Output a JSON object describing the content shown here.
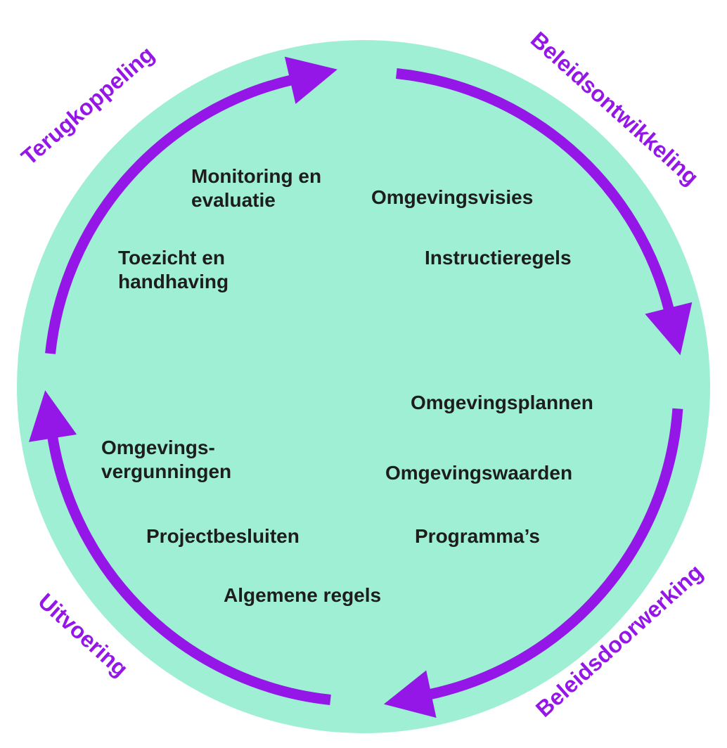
{
  "colors": {
    "circle": "#9FEFD5",
    "arrow": "#9417E8",
    "text": "#1D1D1B"
  },
  "phases": [
    {
      "id": "terugkoppeling",
      "label": "Terugkoppeling"
    },
    {
      "id": "beleidsontwikkeling",
      "label": "Beleidsontwikkeling"
    },
    {
      "id": "beleidsdoorwerking",
      "label": "Beleidsdoorwerking"
    },
    {
      "id": "uitvoering",
      "label": "Uitvoering"
    }
  ],
  "instruments": [
    {
      "id": "monitoring-en-evaluatie",
      "lines": [
        "Monitoring en",
        "evaluatie"
      ]
    },
    {
      "id": "omgevingsvisies",
      "lines": [
        "Omgevingsvisies"
      ]
    },
    {
      "id": "toezicht-en-handhaving",
      "lines": [
        "Toezicht en",
        "handhaving"
      ]
    },
    {
      "id": "instructieregels",
      "lines": [
        "Instructieregels"
      ]
    },
    {
      "id": "omgevingsplannen",
      "lines": [
        "Omgevingsplannen"
      ]
    },
    {
      "id": "omgevingsvergunningen",
      "lines": [
        "Omgevings-",
        "vergunningen"
      ]
    },
    {
      "id": "omgevingswaarden",
      "lines": [
        "Omgevingswaarden"
      ]
    },
    {
      "id": "projectbesluiten",
      "lines": [
        "Projectbesluiten"
      ]
    },
    {
      "id": "programmas",
      "lines": [
        "Programma’s"
      ]
    },
    {
      "id": "algemene-regels",
      "lines": [
        "Algemene regels"
      ]
    }
  ]
}
